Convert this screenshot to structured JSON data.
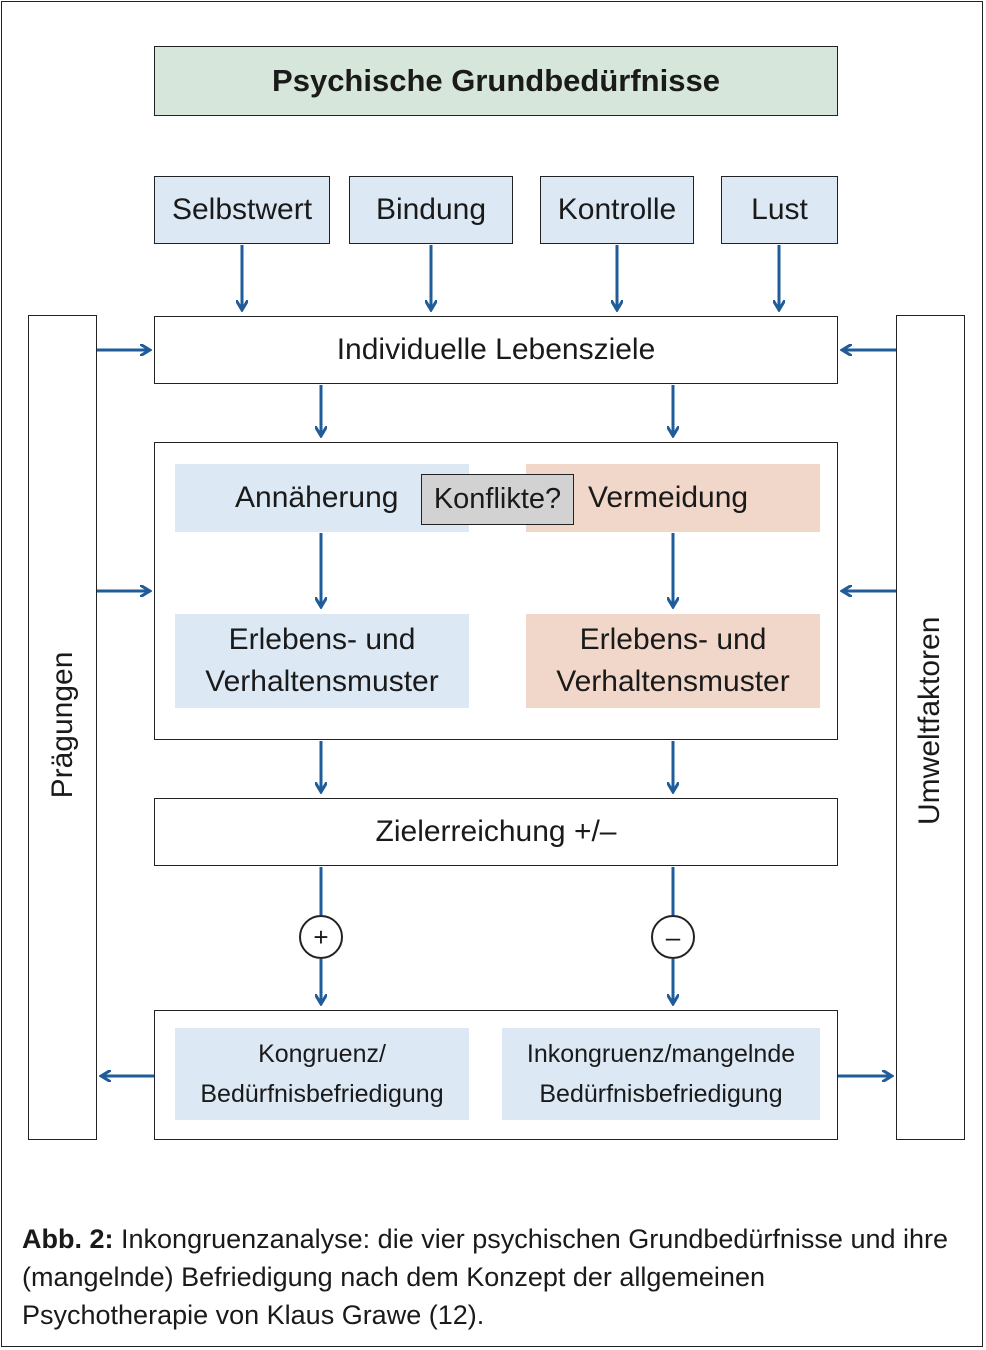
{
  "title": "Psychische Grundbedürfnisse",
  "needs": [
    "Selbstwert",
    "Bindung",
    "Kontrolle",
    "Lust"
  ],
  "lebensziele": "Individuelle Lebensziele",
  "approach": "Annäherung",
  "conflict": "Konflikte?",
  "avoidance": "Vermeidung",
  "pattern_left": [
    "Erlebens- und",
    "Verhaltensmuster"
  ],
  "pattern_right": [
    "Erlebens- und",
    "Verhaltensmuster"
  ],
  "goal": "Zielerreichung +/–",
  "plus": "+",
  "minus": "–",
  "outcome_left": [
    "Kongruenz/",
    "Bedürfnisbefriedigung"
  ],
  "outcome_right": [
    "Inkongruenz/mangelnde",
    "Bedürfnisbefriedigung"
  ],
  "side_left": "Prägungen",
  "side_right": "Umweltfaktoren",
  "caption": {
    "label": "Abb. 2:",
    "text": "Inkongruenzanalyse: die vier psychischen Grundbedürfnisse und ihre (mangelnde) Befriedigung nach dem Konzept der allgemeinen Psychotherapie von Klaus Grawe (12)."
  },
  "colors": {
    "title_bg": "#d6e6da",
    "blue_bg": "#dce8f3",
    "red_bg": "#f1d7c9",
    "conflict_bg": "#d2d2d2",
    "arrow": "#1f5c99"
  }
}
